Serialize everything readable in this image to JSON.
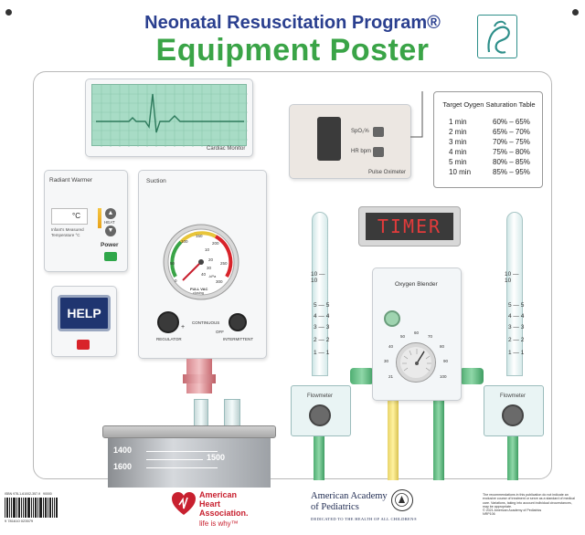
{
  "poster": {
    "title": "Neonatal Resuscitation Program®",
    "subtitle": "Equipment Poster"
  },
  "cardiac_monitor": {
    "label": "Cardiac Monitor"
  },
  "pulse_oximeter": {
    "label": "Pulse Oximeter",
    "spo2_label": "SpO₂%",
    "hr_label": "HR bpm"
  },
  "saturation_table": {
    "title": "Target Oygen Saturation Table",
    "rows": [
      {
        "minute": "1 min",
        "range": "60% – 65%"
      },
      {
        "minute": "2 min",
        "range": "65% – 70%"
      },
      {
        "minute": "3 min",
        "range": "70% – 75%"
      },
      {
        "minute": "4 min",
        "range": "75% – 80%"
      },
      {
        "minute": "5 min",
        "range": "80% – 85%"
      },
      {
        "minute": "10 min",
        "range": "85% – 95%"
      }
    ]
  },
  "radiant_warmer": {
    "label": "Radiant Warmer",
    "temp_unit": "°C",
    "temp_caption": "Infant's Measured Temperature °C",
    "heat_label": "HEAT",
    "power_label": "Power"
  },
  "help_button": {
    "label": "HELP"
  },
  "suction": {
    "label": "Suction",
    "gauge_numbers": [
      "0",
      "50",
      "100",
      "150",
      "200",
      "250",
      "300",
      "-kPa",
      "10",
      "20",
      "30",
      "40"
    ],
    "gauge_caption": "FULL VAC",
    "gauge_caption2": "closing",
    "regulator_label": "REGULATOR",
    "continuous_label": "CONTINUOUS",
    "off_label": "OFF",
    "intermittent_label": "INTERMITTENT"
  },
  "canister": {
    "mark_1400": "1400",
    "mark_1500": "1500",
    "mark_1600": "1600"
  },
  "timer": {
    "label": "TIMER"
  },
  "flowmeter_left": {
    "label": "Flowmeter",
    "ticks": [
      "10 — 10",
      "5 — 5",
      "4 — 4",
      "3 — 3",
      "2 — 2",
      "1 — 1"
    ]
  },
  "flowmeter_right": {
    "label": "Flowmeter",
    "ticks": [
      "10 — 10",
      "5 — 5",
      "4 — 4",
      "3 — 3",
      "2 — 2",
      "1 — 1"
    ]
  },
  "oxygen_blender": {
    "label": "Oxygen Blender",
    "dial_numbers": [
      "21",
      "30",
      "40",
      "50",
      "60",
      "70",
      "80",
      "90",
      "100"
    ]
  },
  "footer": {
    "aha_line1": "American",
    "aha_line2": "Heart",
    "aha_line3": "Association.",
    "aha_tag": "life is why™",
    "aap_line1": "American Academy",
    "aap_line2": "of Pediatrics",
    "aap_tag": "DEDICATED TO THE HEALTH OF ALL CHILDREN®",
    "isbn": "ISBN 978-1-61002-357-9",
    "barcode_number": "9 781610 023579",
    "price_code": "90000",
    "disclaimer": "The recommendations in this publication do not indicate an exclusive course of treatment or serve as a standard of medical care. Variations, taking into account individual circumstances, may be appropriate.",
    "copyright": "© 2021 American Academy of Pediatrics",
    "code": "NRP106"
  },
  "colors": {
    "title_blue": "#2a3f8f",
    "title_green": "#3aa447",
    "help_navy": "#1f3570",
    "timer_red": "#e23b3b",
    "power_green": "#2fa74a",
    "aha_red": "#c8202f"
  }
}
